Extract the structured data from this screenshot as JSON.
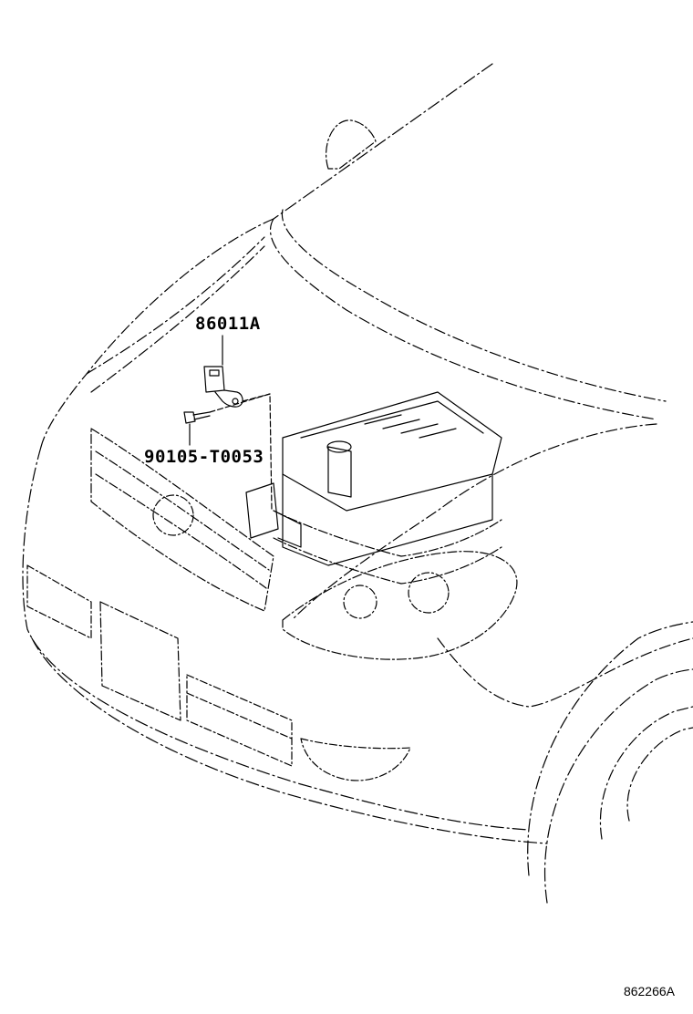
{
  "diagram": {
    "parts": [
      {
        "part_number": "86011A",
        "description_icon": "sensor-icon"
      },
      {
        "part_number": "90105-T0053",
        "description_icon": "bolt-icon"
      }
    ],
    "figure_code": "862266A",
    "line_color": "#000000",
    "background_color": "#ffffff"
  }
}
